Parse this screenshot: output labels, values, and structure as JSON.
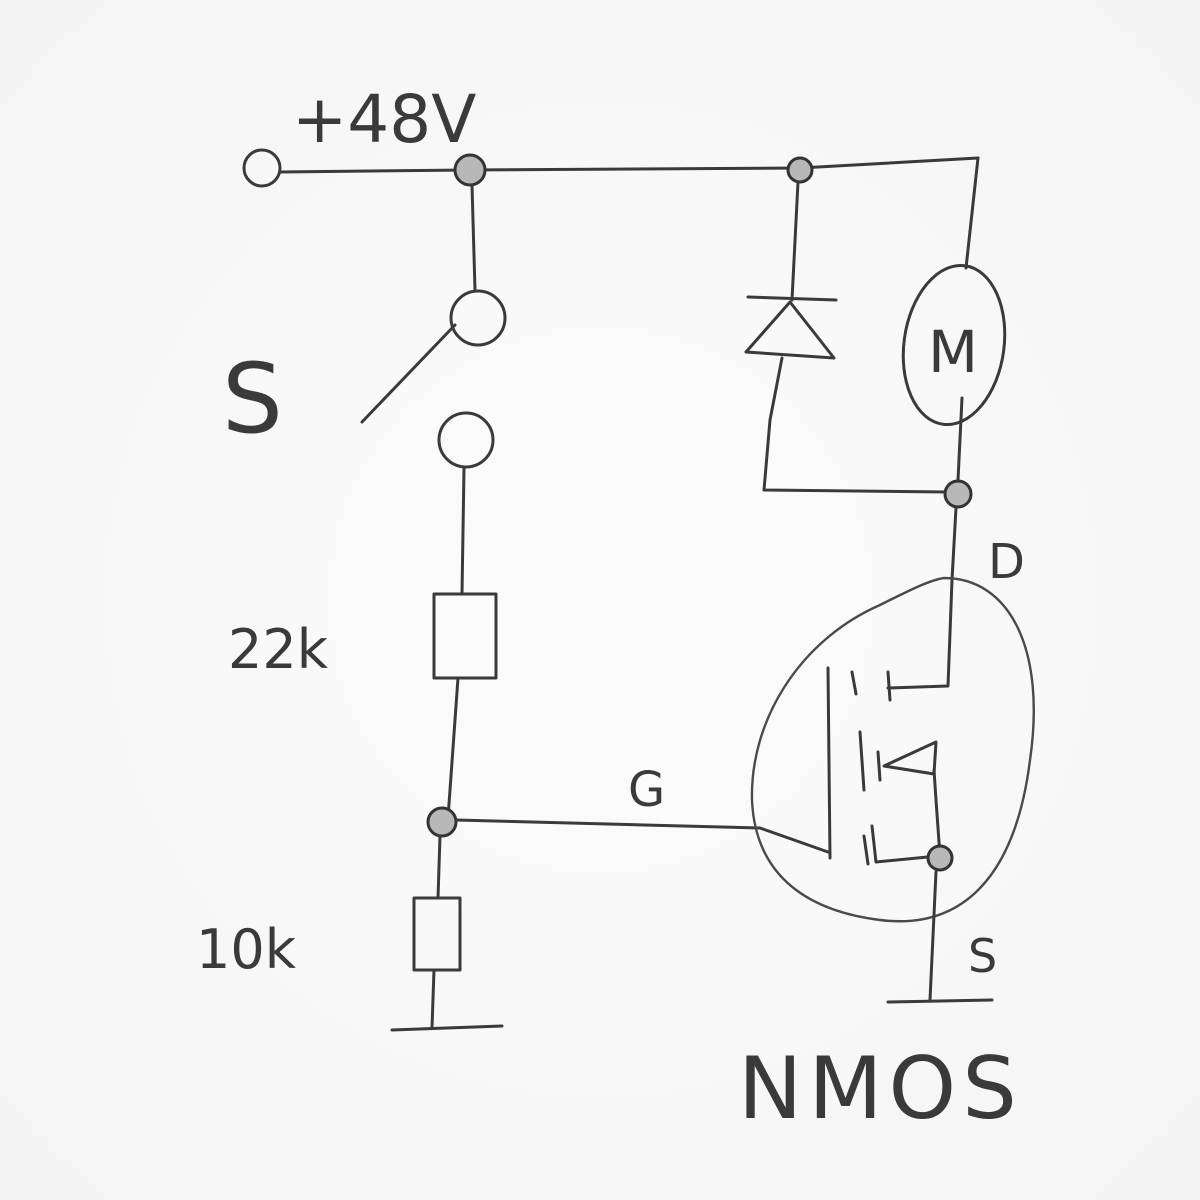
{
  "labels": {
    "supply": "+48V",
    "switch": "S",
    "resistor_top": "22k",
    "resistor_bottom": "10k",
    "gate": "G",
    "drain": "D",
    "source": "S",
    "transistor_type": "NMOS",
    "motor": "M"
  },
  "colors": {
    "ink": "#3a3a3a",
    "paper": "#f7f7f7",
    "node_fill": "#b8b8b8"
  }
}
